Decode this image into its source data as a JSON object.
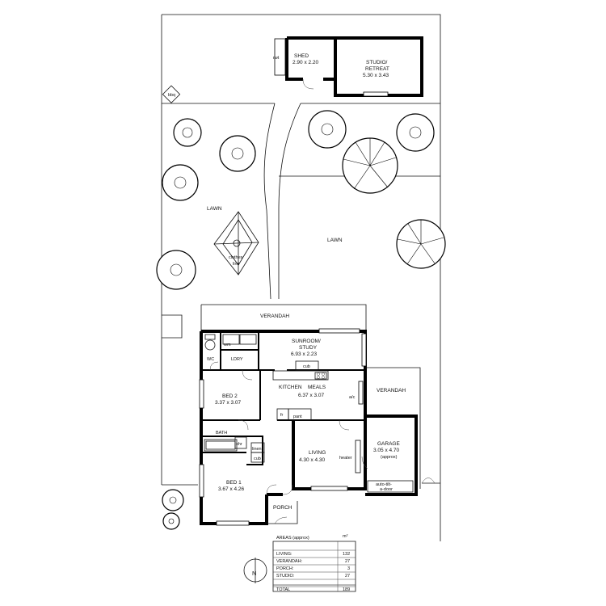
{
  "rooms": {
    "shed": {
      "name": "SHED",
      "size": "2.90 x 2.20"
    },
    "rwt": "rwt",
    "studio": {
      "name1": "STUDIO/",
      "name2": "RETREAT",
      "size": "5.30 x 3.43"
    },
    "bbq": "bbq",
    "lawn_left": "LAWN",
    "lawn_right": "LAWN",
    "clothes_line": {
      "line1": "clothes",
      "line2": "line"
    },
    "verandah_top": "VERANDAH",
    "sunroom": {
      "name1": "SUNROOM/",
      "name2": "STUDY",
      "size": "6.93 x 2.23"
    },
    "wm": "wm",
    "wc": "WC",
    "ldry": "LDRY",
    "cub_top": "cub",
    "kitchen": "KITCHEN",
    "meals": {
      "name": "MEALS",
      "size": "6.37 x 3.07"
    },
    "ac": "a/c",
    "fr": "fr",
    "pantry": "pant",
    "bed2": {
      "name": "BED 2",
      "size": "3.37 x 3.07"
    },
    "bath": "BATH",
    "shr": "shr",
    "linen": "linen",
    "cub_bath": "cub",
    "living": {
      "name": "LIVING",
      "size": "4.30 x 4.30"
    },
    "heater": "heater",
    "verandah_right": "VERANDAH",
    "garage": {
      "name": "GARAGE",
      "size": "3.05 x 4.70",
      "note": "(approx)"
    },
    "garage_door": {
      "line1": "auto-tilt-",
      "line2": "a-door"
    },
    "bed1": {
      "name": "BED 1",
      "size": "3.67 x 4.26"
    },
    "porch": "PORCH"
  },
  "areas": {
    "title": "AREAS (approx)",
    "unit": "m²",
    "rows": [
      {
        "label": "LIVING:",
        "value": "132"
      },
      {
        "label": "VERANDAH:",
        "value": "27"
      },
      {
        "label": "PORCH:",
        "value": "3"
      },
      {
        "label": "STUDIO:",
        "value": "27"
      },
      {
        "label": "TOTAL",
        "value": "189"
      }
    ]
  },
  "north": "N"
}
